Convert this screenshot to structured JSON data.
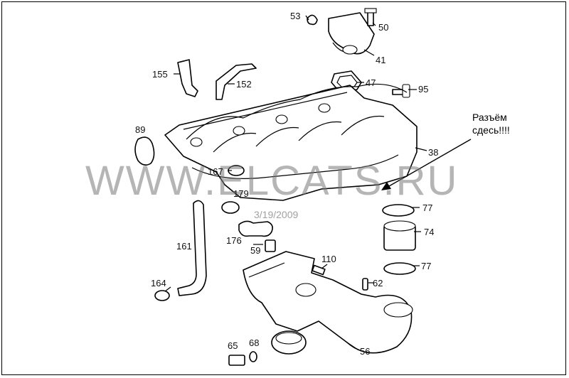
{
  "diagram": {
    "watermark": "WWW.ELCATS.RU",
    "date_stamp": "3/19/2009",
    "annotation": "Разъём\nсдесь!!!!",
    "part_numbers": {
      "p53": "53",
      "p50": "50",
      "p41": "41",
      "p155": "155",
      "p152": "152",
      "p47": "47",
      "p95": "95",
      "p89": "89",
      "p38": "38",
      "p167": "167",
      "p179": "179",
      "p77a": "77",
      "p74": "74",
      "p77b": "77",
      "p176": "176",
      "p59": "59",
      "p161": "161",
      "p110": "110",
      "p62": "62",
      "p164": "164",
      "p65": "65",
      "p68": "68",
      "p56": "56"
    }
  }
}
